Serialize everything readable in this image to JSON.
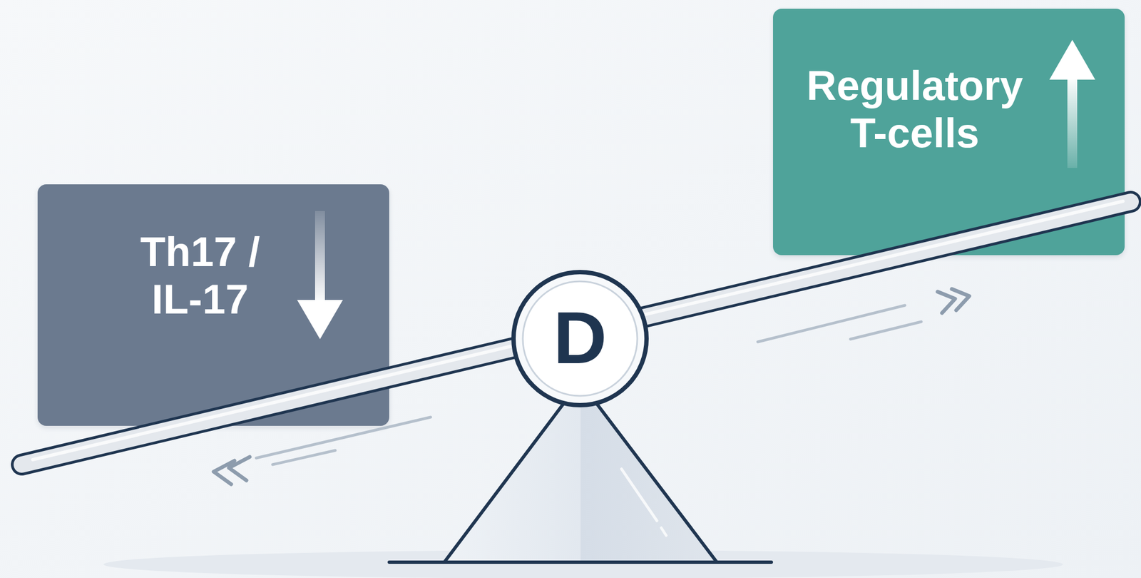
{
  "diagram": {
    "nodes": [
      {
        "text": [
          "Th17 / IL-17"
        ]
      },
      {
        "text": [
          "D"
        ]
      },
      {
        "text": [
          "Regulatory T-cells"
        ]
      }
    ]
  }
}
